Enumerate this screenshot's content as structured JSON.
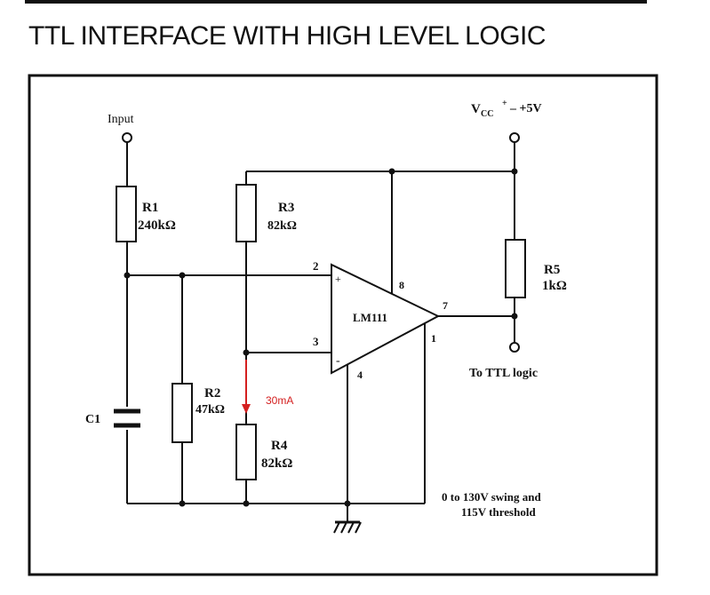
{
  "title": "TTL INTERFACE WITH HIGH LEVEL LOGIC",
  "labels": {
    "input": "Input",
    "vcc_main": "V",
    "vcc_sub": "CC",
    "vcc_sup": "+",
    "vcc_value": "– +5V",
    "r1_name": "R1",
    "r1_value": "240kΩ",
    "r2_name": "R2",
    "r2_value": "47kΩ",
    "r3_name": "R3",
    "r3_value": "82kΩ",
    "r4_name": "R4",
    "r4_value": "82kΩ",
    "r5_name": "R5",
    "r5_value": "1kΩ",
    "c1_name": "C1",
    "opamp": "LM111",
    "pin2": "2",
    "pin3": "3",
    "pin4": "4",
    "pin7": "7",
    "pin8": "8",
    "pin1": "1",
    "output": "To TTL logic",
    "current_annotation": "30mA",
    "note_line1": "0 to 130V swing and",
    "note_line2": "115V threshold"
  },
  "colors": {
    "ink": "#111111",
    "annotation": "#d42020"
  }
}
